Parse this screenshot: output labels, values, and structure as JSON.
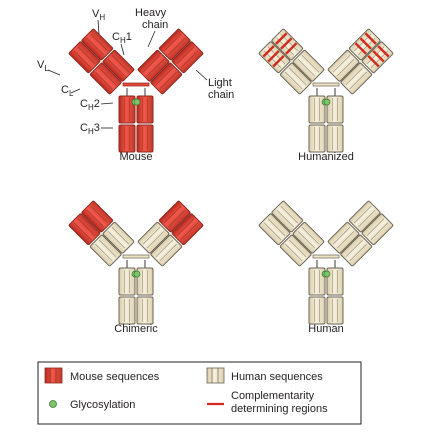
{
  "colors": {
    "mouse": "#e8473a",
    "mouse_stroke": "#8e2a20",
    "human": "#ece3c5",
    "human_stroke": "#6b6456",
    "glyco": "#7cc46a",
    "cdr": "#d22a1d",
    "outline": "#231f20"
  },
  "annotations": {
    "vh": {
      "main": "V",
      "sub": "H"
    },
    "heavy_chain": [
      "Heavy",
      "chain"
    ],
    "ch1": {
      "main": "C",
      "sub": "H",
      "tail": "1"
    },
    "vl": {
      "main": "V",
      "sub": "L"
    },
    "cl": {
      "main": "C",
      "sub": "L"
    },
    "ch2": {
      "main": "C",
      "sub": "H",
      "tail": "2"
    },
    "ch3": {
      "main": "C",
      "sub": "H",
      "tail": "3"
    },
    "light_chain": [
      "Light",
      "chain"
    ]
  },
  "antibodies": [
    {
      "id": "mouse",
      "label": "Mouse",
      "type": "mouse"
    },
    {
      "id": "humanized",
      "label": "Humanized",
      "type": "humanized"
    },
    {
      "id": "chimeric",
      "label": "Chimeric",
      "type": "chimeric"
    },
    {
      "id": "human",
      "label": "Human",
      "type": "human"
    }
  ],
  "legend": {
    "mouse_sequences": "Mouse sequences",
    "human_sequences": "Human sequences",
    "glycosylation": "Glycosylation",
    "cdr_line1": "Complementarity",
    "cdr_line2": "determining regions"
  }
}
